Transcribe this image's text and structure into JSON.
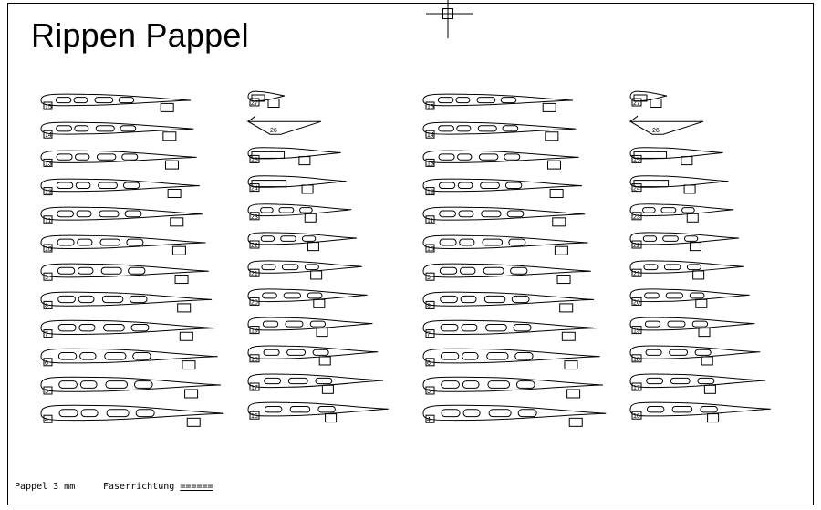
{
  "drawing": {
    "title": "Rippen Pappel",
    "material_note": "Pappel 3 mm",
    "grain_label": "Faserrichtung",
    "grain_marker": "======"
  },
  "rib_sets": [
    {
      "name": "set-left",
      "main_ribs": [
        "15",
        "14",
        "13",
        "12",
        "11",
        "10",
        "9",
        "8",
        "7",
        "6",
        "5",
        "4"
      ],
      "tip_ribs": [
        "27",
        "26",
        "25",
        "24",
        "23",
        "22",
        "21",
        "20",
        "19",
        "18",
        "17",
        "16"
      ]
    },
    {
      "name": "set-right",
      "main_ribs": [
        "15",
        "14",
        "13",
        "12",
        "11",
        "10",
        "9",
        "8",
        "7",
        "6",
        "5",
        "4"
      ],
      "tip_ribs": [
        "27",
        "26",
        "25",
        "24",
        "23",
        "22",
        "21",
        "20",
        "19",
        "18",
        "17",
        "16"
      ]
    }
  ],
  "colors": {
    "line": "#000000",
    "paper": "#ffffff"
  }
}
